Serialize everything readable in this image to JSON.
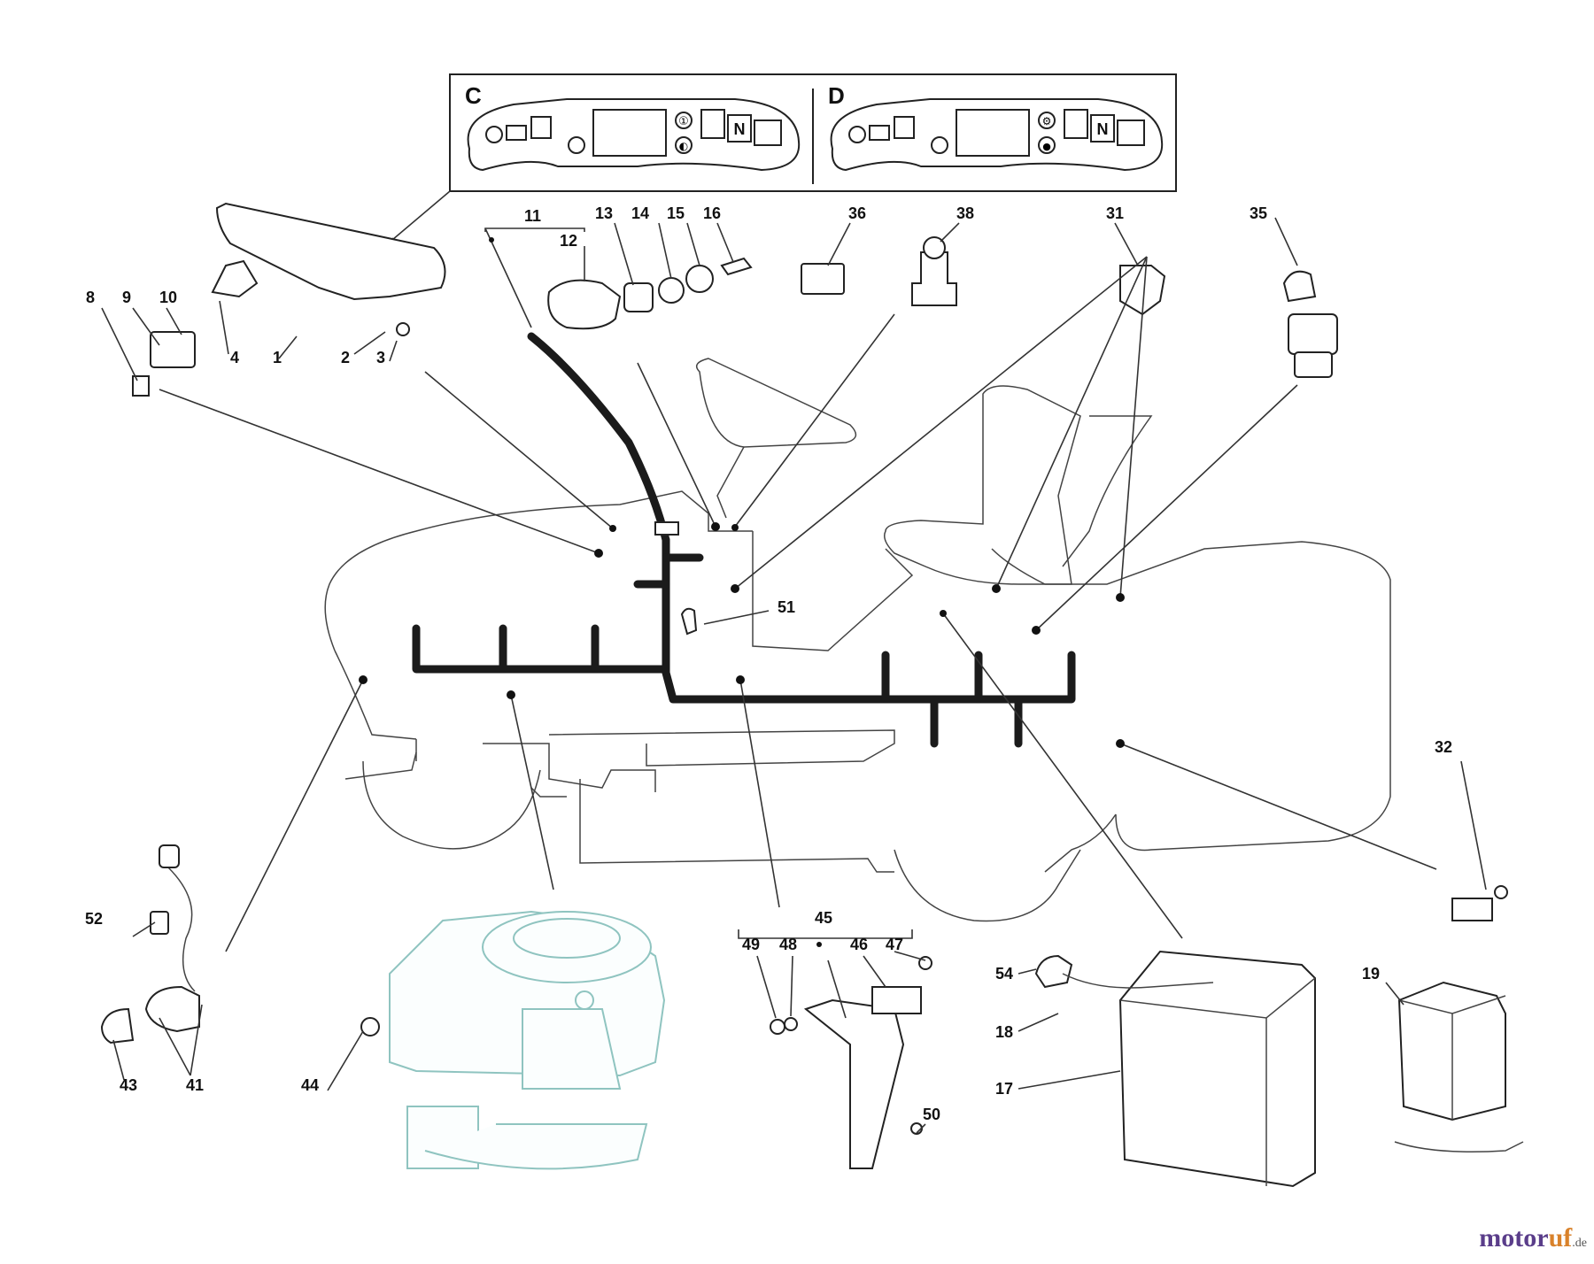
{
  "panels": [
    {
      "letter": "C",
      "button_top": "①",
      "button_bottom": "◐",
      "gear_label": "N"
    },
    {
      "letter": "D",
      "button_top": "⚙",
      "button_bottom": "●",
      "gear_label": "N"
    }
  ],
  "callouts": [
    "1",
    "2",
    "3",
    "4",
    "8",
    "9",
    "10",
    "11",
    "12",
    "13",
    "14",
    "15",
    "16",
    "17",
    "18",
    "19",
    "31",
    "32",
    "35",
    "36",
    "38",
    "41",
    "43",
    "44",
    "45",
    "46",
    "47",
    "48",
    "49",
    "50",
    "51",
    "52",
    "54"
  ],
  "watermark": {
    "brand_main": "motor",
    "brand_accent": "uf",
    "suffix": ".de",
    "colors": {
      "main": "#5a3d8a",
      "accent": "#d9822b"
    }
  }
}
